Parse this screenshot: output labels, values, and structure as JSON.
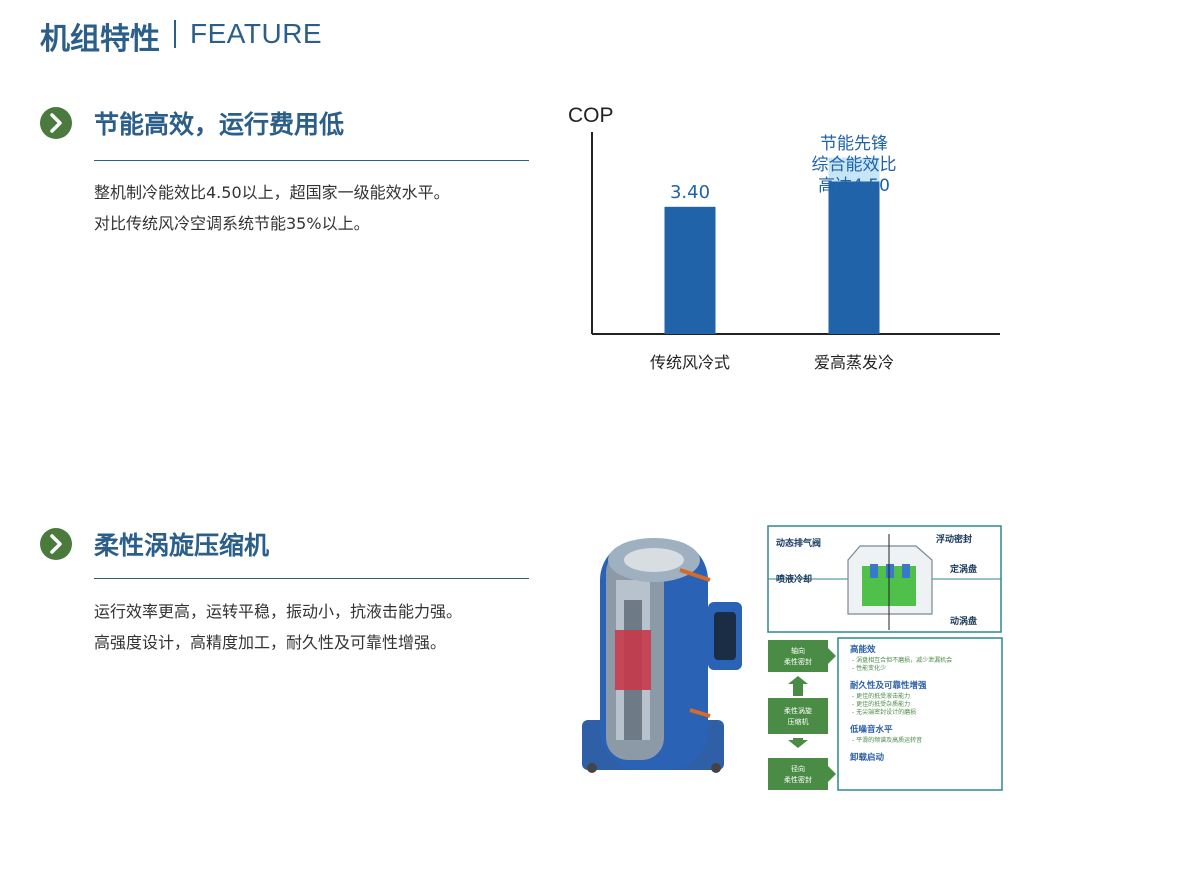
{
  "header": {
    "title": "机组特性",
    "subtitle": "FEATURE"
  },
  "sections": [
    {
      "title": "节能高效，运行费用低",
      "lines": [
        "整机制冷能效比4.50以上，超国家一级能效水平。",
        "对比传统风冷空调系统节能35%以上。"
      ]
    },
    {
      "title": "柔性涡旋压缩机",
      "lines": [
        "运行效率更高，运转平稳，振动小，抗液击能力强。",
        "高强度设计，高精度加工，耐久性及可靠性增强。"
      ]
    }
  ],
  "chart_data": {
    "type": "bar",
    "ylabel": "COP",
    "categories": [
      "传统风冷式",
      "爱高蒸发冷"
    ],
    "values": [
      3.4,
      4.5
    ],
    "value_labels": [
      "3.40",
      ""
    ],
    "highlight_value": 4.5,
    "annotation": [
      "节能先锋",
      "综合能效比",
      "高达4.50"
    ],
    "ylim": [
      0,
      5.4
    ],
    "grid": false,
    "colors": {
      "bar": "#2063a8",
      "highlight": "#c6e6f8",
      "label": "#2063a8"
    }
  },
  "compressor": {
    "top_labels": [
      "动态排气阀",
      "浮动密封",
      "喷液冷却",
      "定涡盘",
      "动涡盘"
    ],
    "side_boxes": [
      "轴向\n柔性密封",
      "柔性涡旋\n压缩机",
      "径向\n柔性密封"
    ],
    "feature_heads": [
      "高能效",
      "耐久性及可靠性增强",
      "低噪音水平",
      "卸载启动"
    ],
    "feature_items": [
      [
        "涡盘相互合但不磨损，减少泄漏机会",
        "性能变化少"
      ],
      [
        "更佳的抵受液击能力",
        "更佳的抵受杂质能力",
        "无尖端密封设计的磨损"
      ],
      [
        "平滑的频谱及高质运转音"
      ],
      []
    ],
    "colors": {
      "green": "#4a8c45",
      "blue": "#2b5fa8",
      "border": "#2d8a8e"
    }
  },
  "colors": {
    "accent": "#2b5f8a",
    "bullet": "#4a7a3e"
  }
}
